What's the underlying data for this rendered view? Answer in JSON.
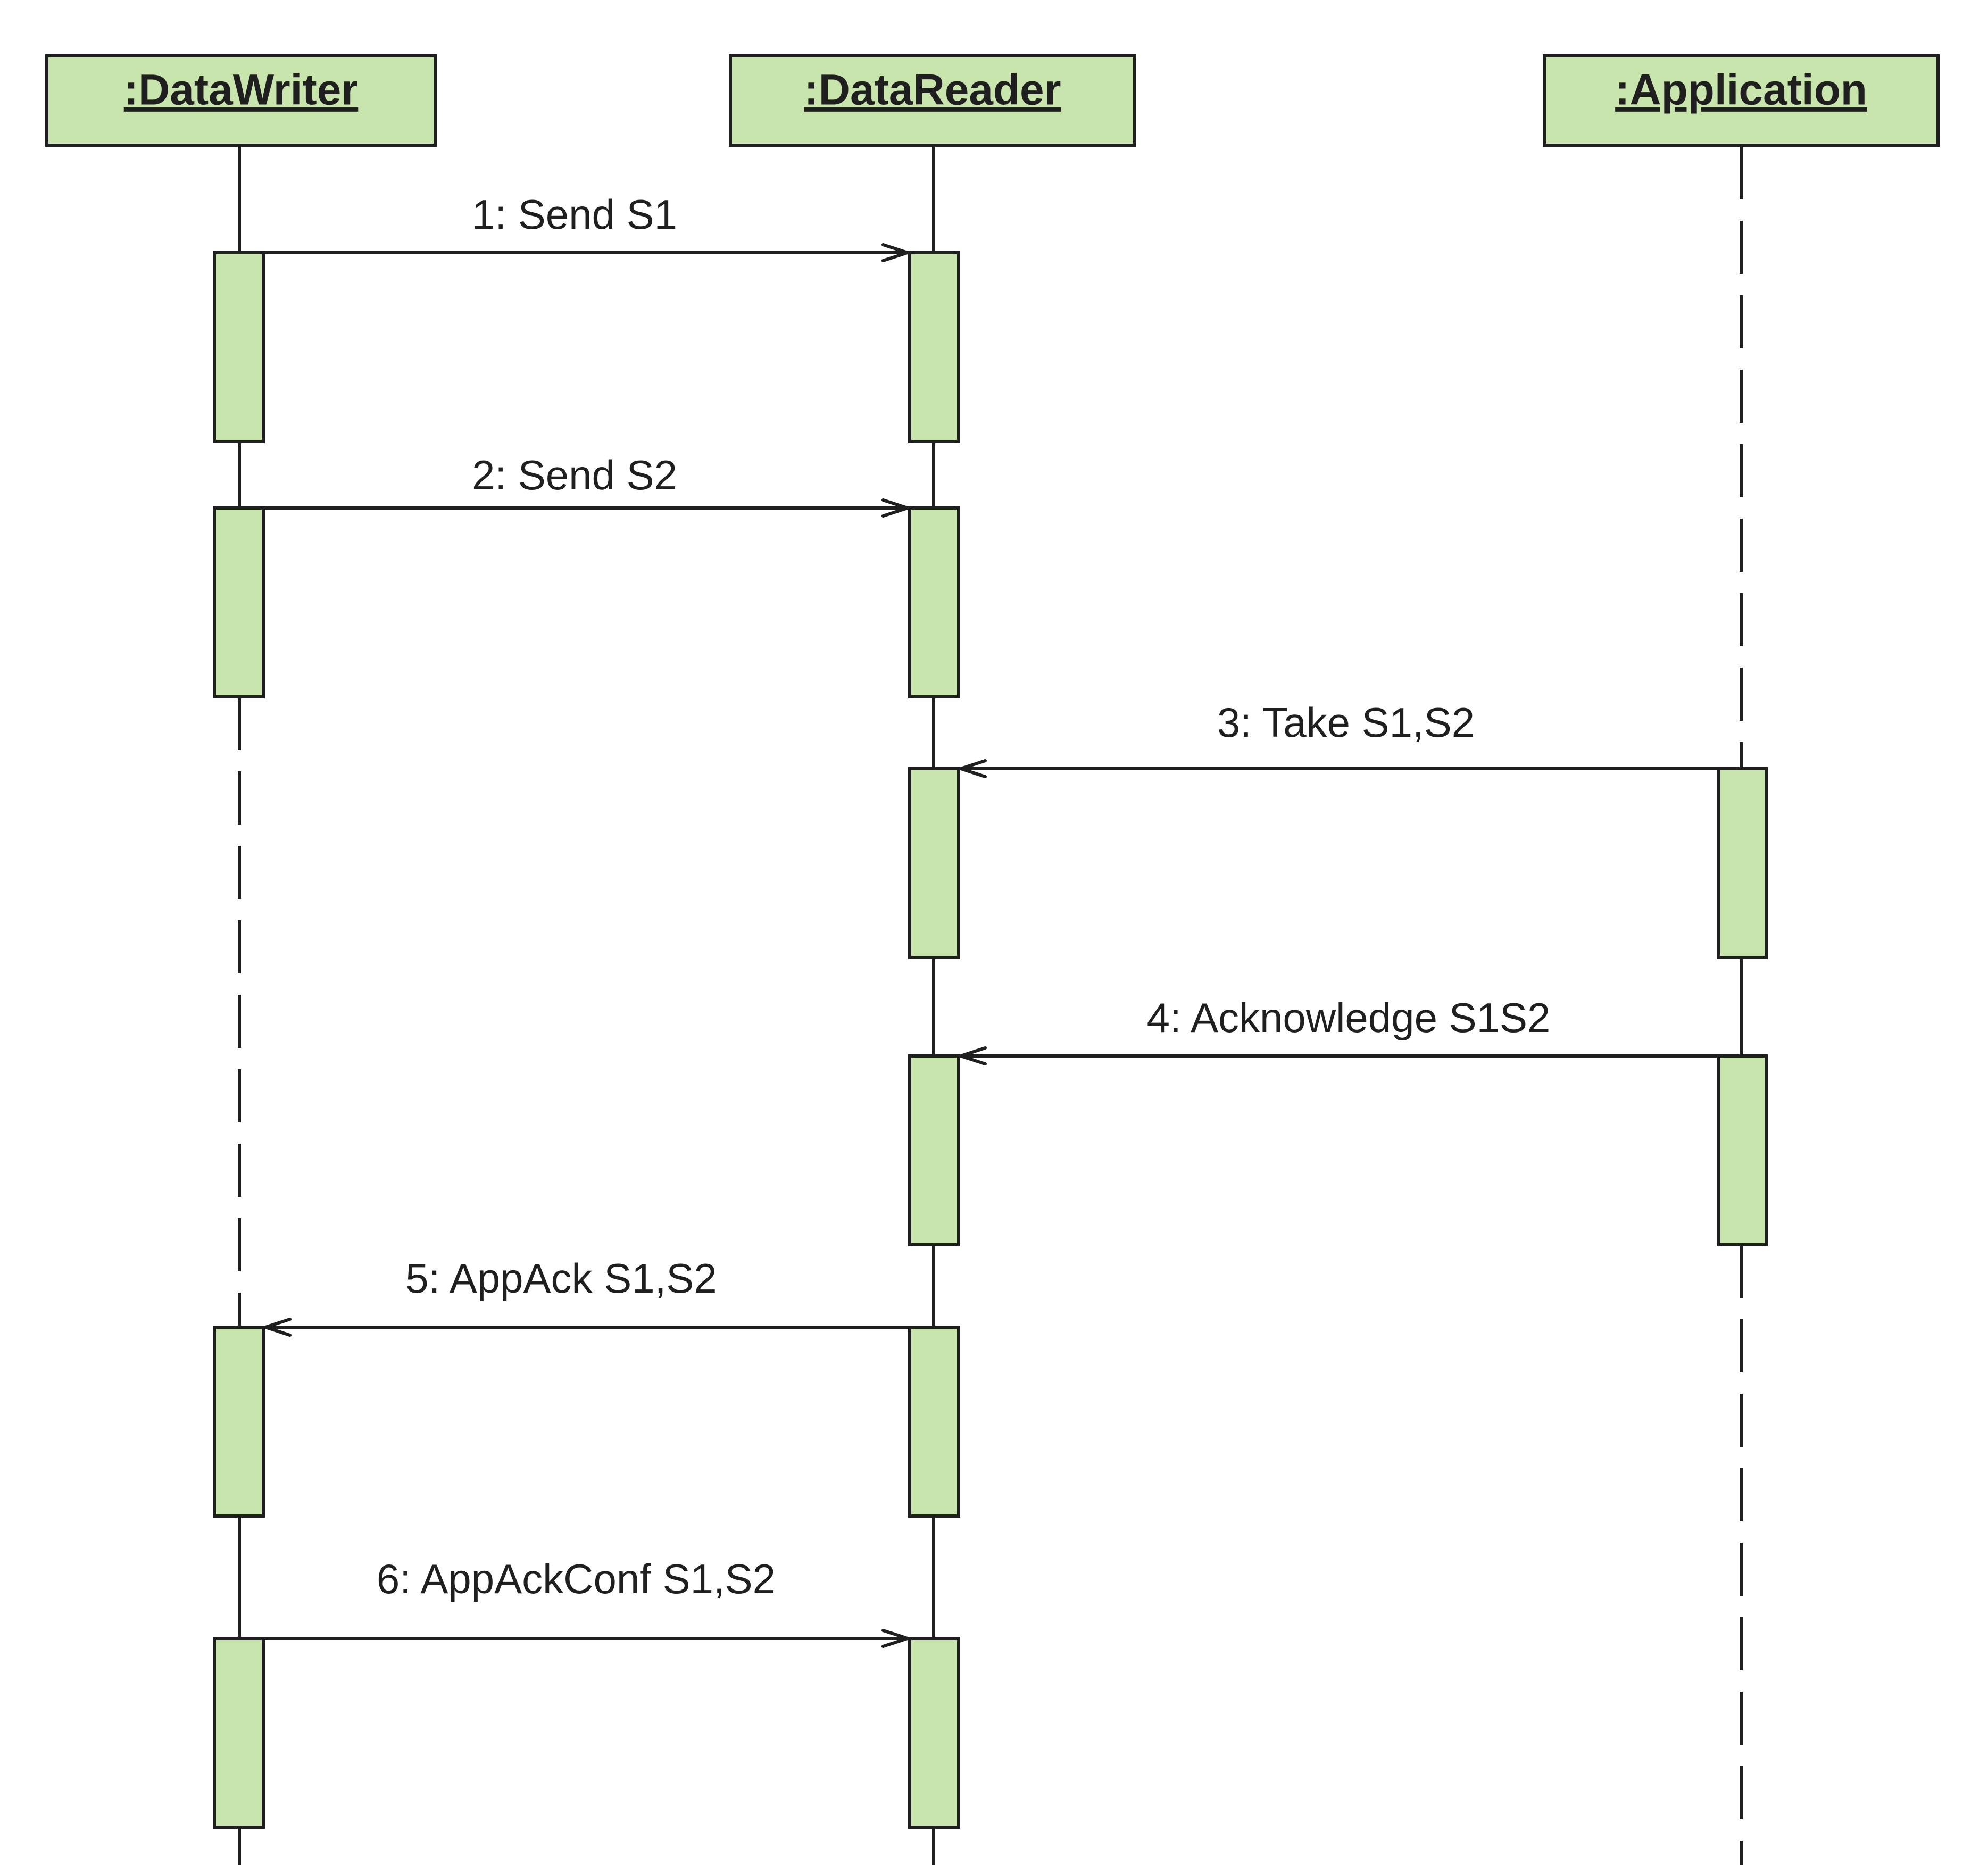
{
  "participants": [
    {
      "id": "data-writer",
      "label": ":DataWriter"
    },
    {
      "id": "data-reader",
      "label": ":DataReader"
    },
    {
      "id": "application",
      "label": ":Application"
    }
  ],
  "messages": [
    {
      "label": "1: Send S1",
      "from": "data-writer",
      "to": "data-reader"
    },
    {
      "label": "2: Send S2",
      "from": "data-writer",
      "to": "data-reader"
    },
    {
      "label": "3: Take S1,S2",
      "from": "application",
      "to": "data-reader"
    },
    {
      "label": "4: Acknowledge S1S2",
      "from": "application",
      "to": "data-reader"
    },
    {
      "label": "5: AppAck S1,S2",
      "from": "data-reader",
      "to": "data-writer"
    },
    {
      "label": "6: AppAckConf S1,S2",
      "from": "data-writer",
      "to": "data-reader"
    }
  ],
  "colors": {
    "box_fill": "#c9e5ae",
    "line": "#1f1f1f"
  }
}
